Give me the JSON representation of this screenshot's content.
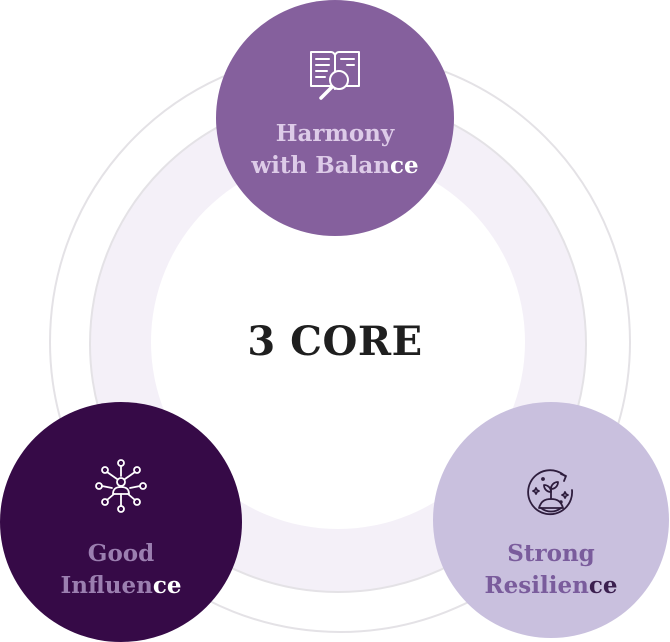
{
  "diagram": {
    "center_title": "3 CORE",
    "nodes": [
      {
        "id": "top",
        "icon": "book-magnifier-icon",
        "line1": "Harmony",
        "line2_main": "with Balan",
        "line2_accent": "ce",
        "color": "#85609d"
      },
      {
        "id": "left",
        "icon": "network-person-icon",
        "line1": "Good",
        "line2_main": "Influen",
        "line2_accent": "ce",
        "color": "#360a47"
      },
      {
        "id": "right",
        "icon": "sprout-cycle-icon",
        "line1": "Strong",
        "line2_main": "Resilien",
        "line2_accent": "ce",
        "color": "#c9c0de"
      }
    ],
    "colors": {
      "ring_fill": "#f4f0f8",
      "ring_stroke": "#e4e2e6",
      "title": "#1f1f1f"
    }
  }
}
